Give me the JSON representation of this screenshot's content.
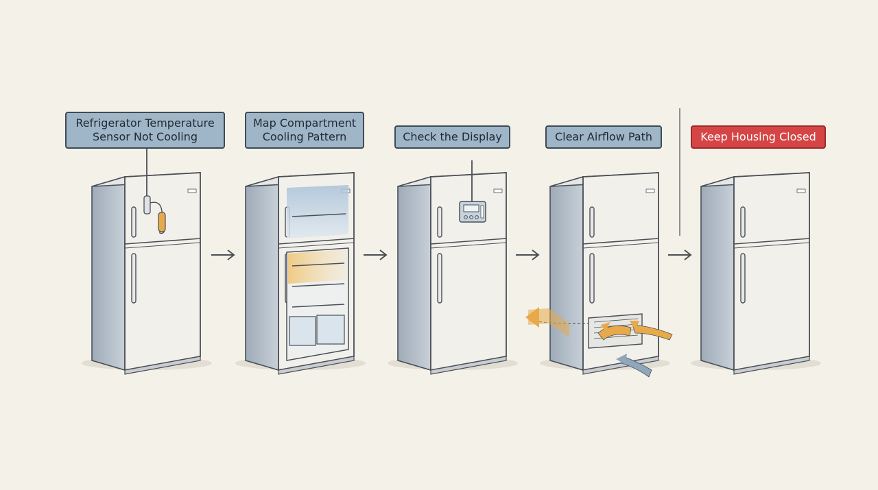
{
  "steps": [
    {
      "title_line1": "Refrigerator Temperature",
      "title_line2": "Sensor Not Cooling"
    },
    {
      "title_line1": "Map Compartment",
      "title_line2": "Cooling Pattern"
    },
    {
      "title_line1": "Check the Display",
      "title_line2": ""
    },
    {
      "title_line1": "Clear Airflow Path",
      "title_line2": ""
    },
    {
      "title_line1": "Keep Housing Closed",
      "title_line2": ""
    }
  ],
  "colors": {
    "background": "#f4f1e8",
    "label_fill": "#9fb5c8",
    "warning_fill": "#d64545",
    "fridge_body": "#f2f0ea",
    "fridge_side": "#b7c1cb",
    "accent_orange": "#e8a94a",
    "cool_blue": "#b9cde0",
    "outline": "#4a4f55"
  }
}
